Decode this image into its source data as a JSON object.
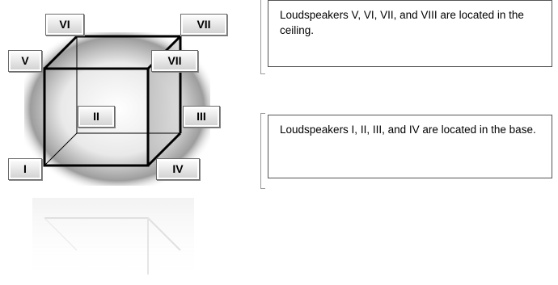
{
  "labels": {
    "v": "V",
    "vi": "VI",
    "vii_back": "VII",
    "vii_front": "VII",
    "ii": "II",
    "iii": "III",
    "i": "I",
    "iv": "IV"
  },
  "notes": {
    "ceiling": "Loudspeakers V, VI, VII, and VIII are located in the ceiling.",
    "base": "Loudspeakers I, II, III, and IV are located in the base."
  },
  "colors": {
    "edge": "#000000",
    "shadow": "#8a8a8a",
    "reflection": "#d8d8d8"
  }
}
